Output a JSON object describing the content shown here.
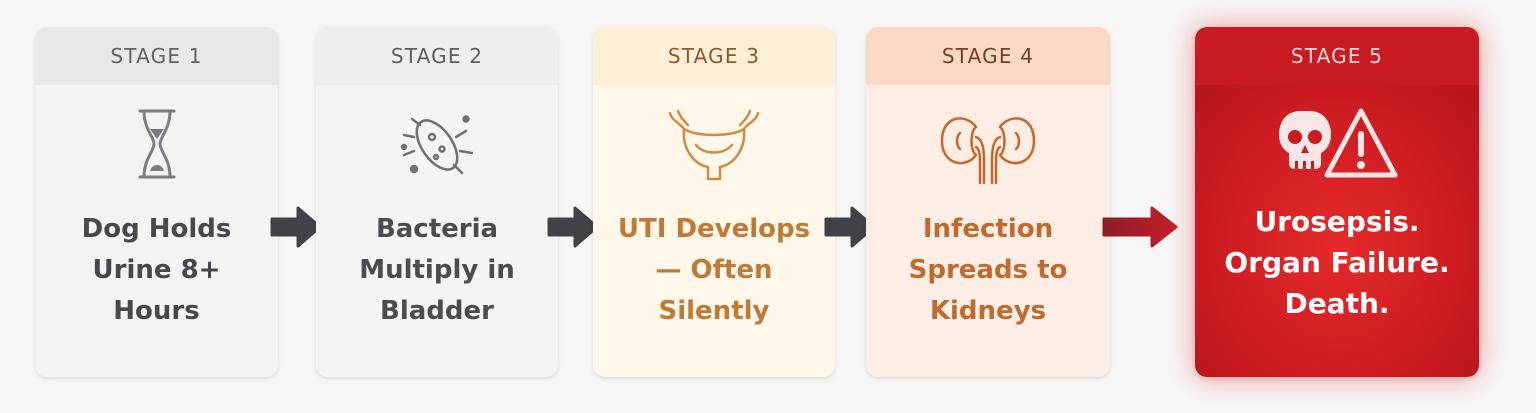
{
  "stages": [
    {
      "label": "STAGE 1",
      "title_lines": [
        "Dog Holds",
        "Urine 8+",
        "Hours"
      ],
      "icon": "hourglass-icon"
    },
    {
      "label": "STAGE 2",
      "title_lines": [
        "Bacteria",
        "Multiply in",
        "Bladder"
      ],
      "icon": "bacteria-icon"
    },
    {
      "label": "STAGE 3",
      "title_lines": [
        "UTI Develops",
        "— Often",
        "Silently"
      ],
      "icon": "bladder-icon"
    },
    {
      "label": "STAGE 4",
      "title_lines": [
        "Infection",
        "Spreads to",
        "Kidneys"
      ],
      "icon": "kidneys-icon"
    },
    {
      "label": "STAGE 5",
      "title_lines": [
        "Urosepsis.",
        "Organ Failure.",
        "Death."
      ],
      "icon": "skull-warning-icon"
    }
  ],
  "colors": {
    "arrow_dark": "#3f4246",
    "arrow_red": "#9e1a22",
    "stage3_accent": "#c07a35",
    "stage4_accent": "#c06a30",
    "stage5_red": "#cf1d22"
  }
}
